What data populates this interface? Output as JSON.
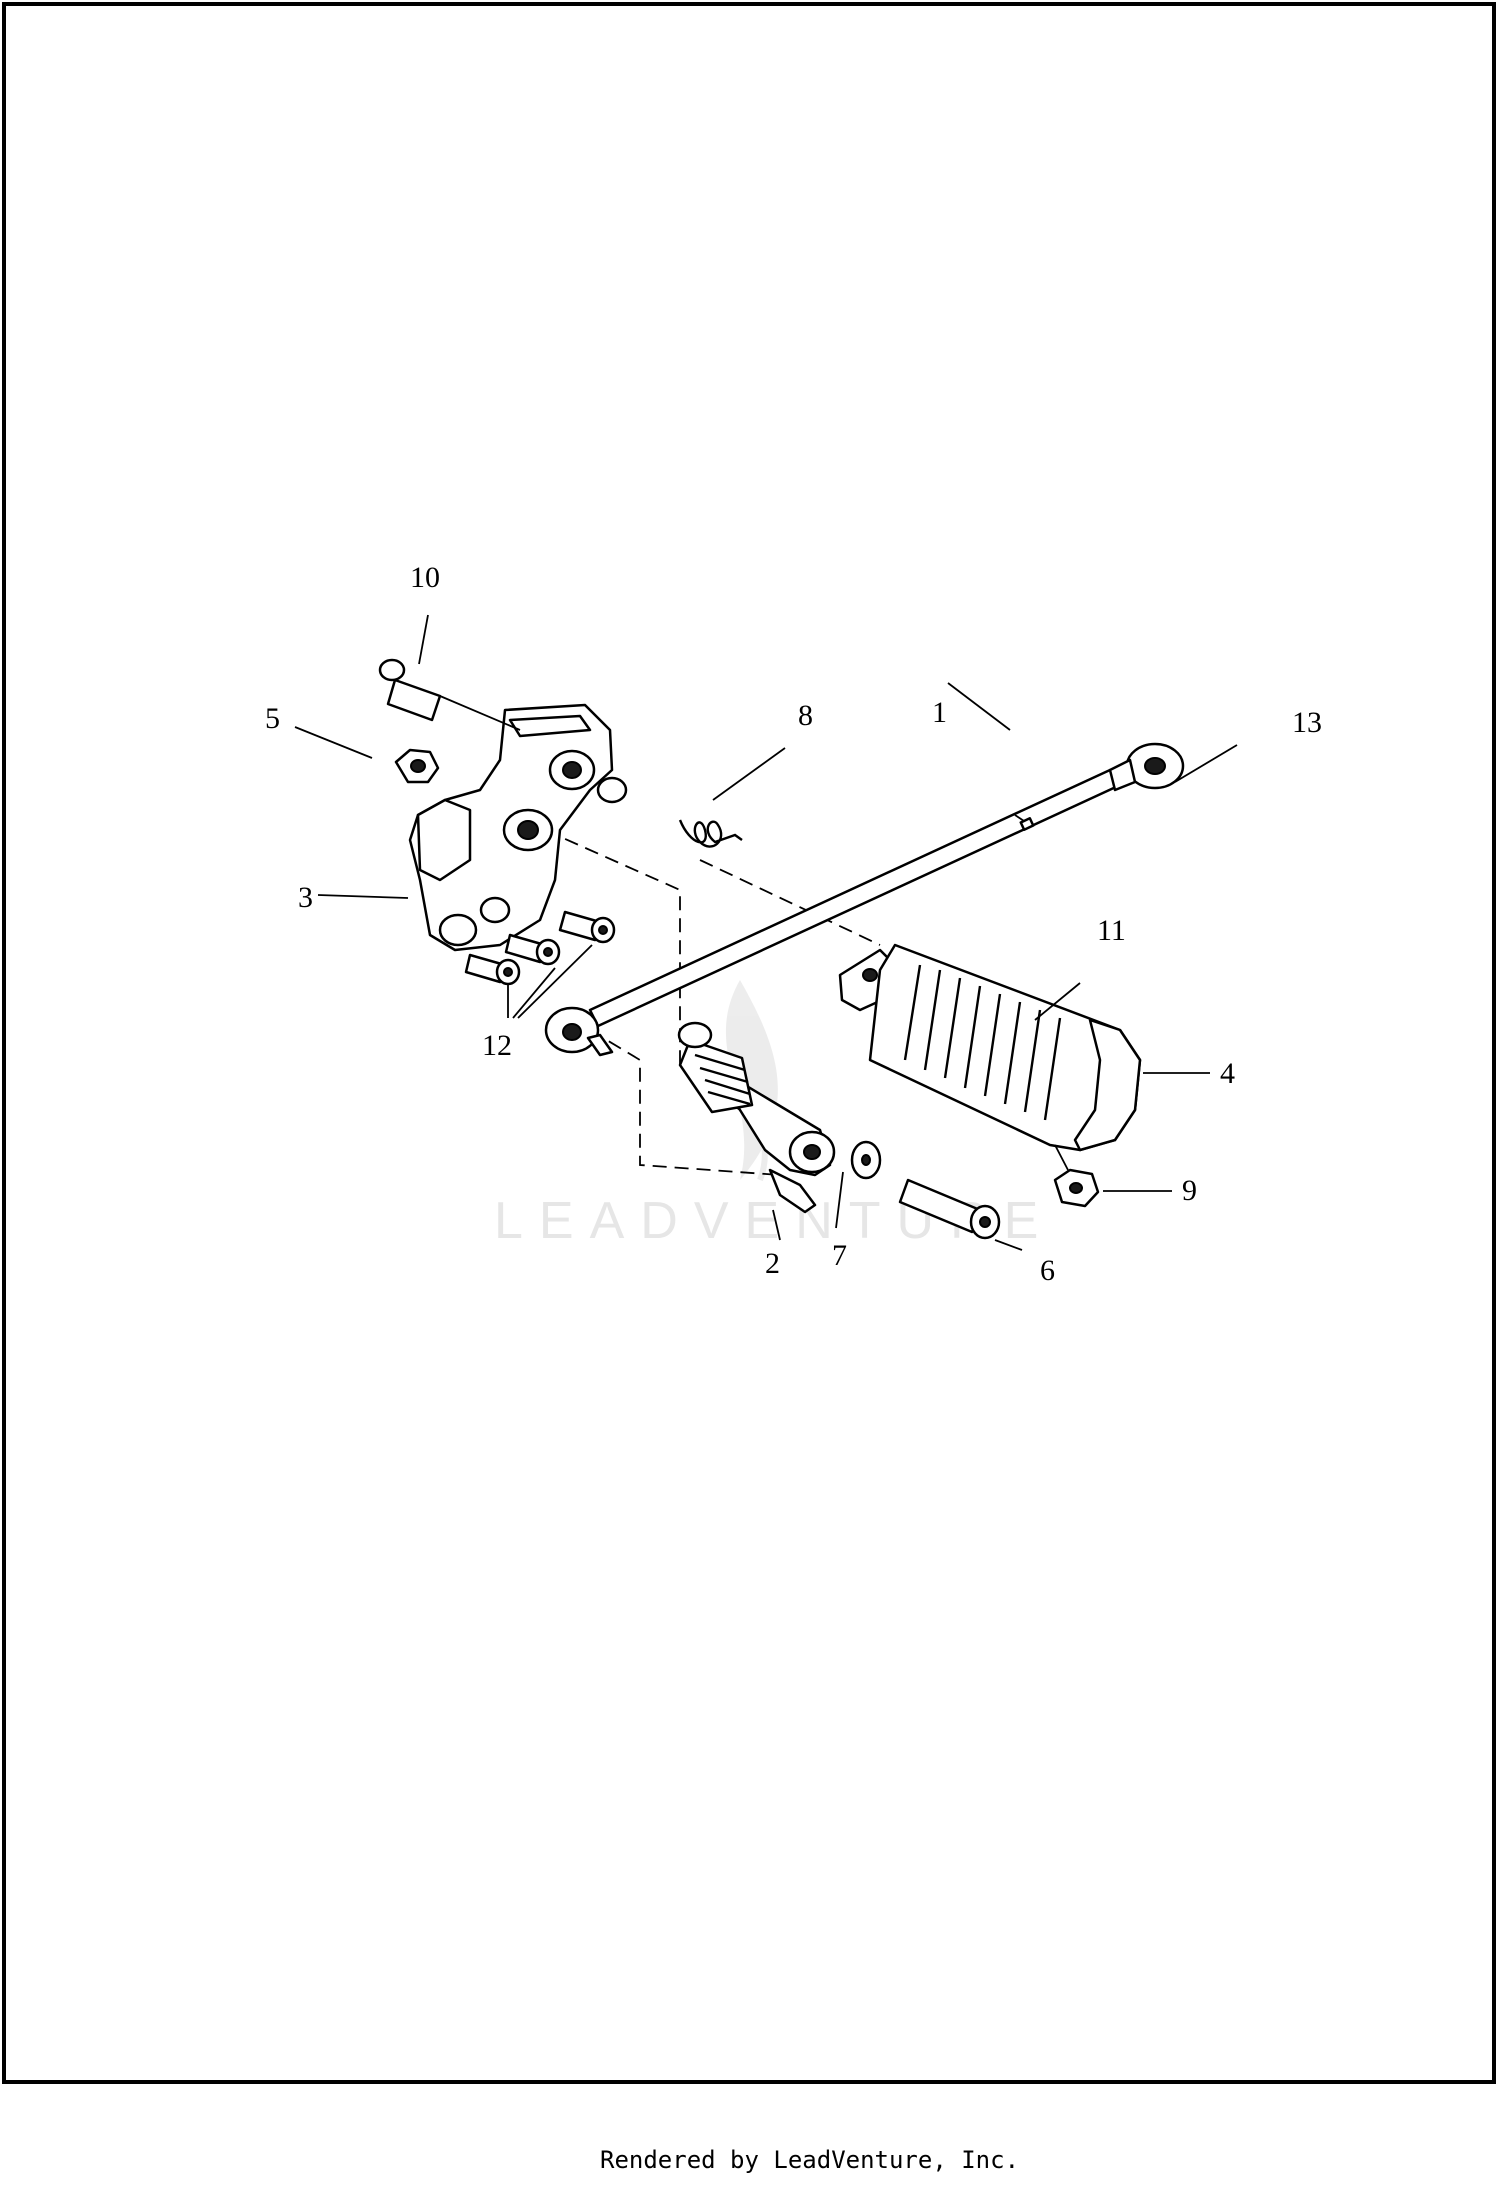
{
  "diagram": {
    "callouts": [
      "1",
      "2",
      "3",
      "4",
      "5",
      "6",
      "7",
      "8",
      "9",
      "10",
      "11",
      "12",
      "13"
    ],
    "watermark": "LEADVENTURE",
    "footer": "Rendered by LeadVenture, Inc."
  }
}
